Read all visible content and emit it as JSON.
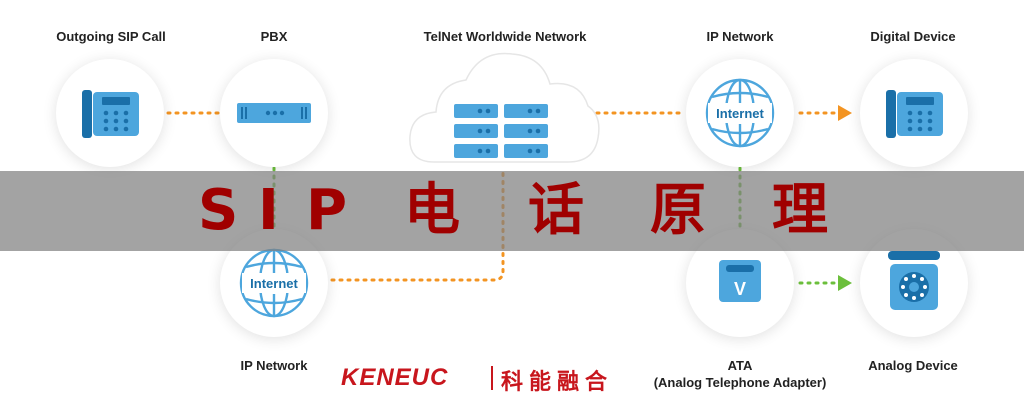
{
  "labels": {
    "outgoing": "Outgoing SIP Call",
    "pbx": "PBX",
    "telnet": "TelNet Worldwide Network",
    "ip_network_top": "IP Network",
    "digital": "Digital Device",
    "ip_network_bottom": "IP Network",
    "ata_title": "ATA",
    "ata_sub": "(Analog Telephone Adapter)",
    "analog": "Analog Device"
  },
  "internet_text": "Internet",
  "ata_symbol": "V",
  "banner": {
    "chars": [
      "S",
      "I",
      "P",
      "电",
      "话",
      "原",
      "理"
    ]
  },
  "footer": {
    "logo": "KENEUC",
    "cn": "科能融合"
  },
  "colors": {
    "accent_blue": "#4da6dd",
    "dark_blue": "#1a6fa8",
    "orange": "#f39422",
    "green": "#6cbf3c",
    "banner_text": "#a00000",
    "brand_red": "#c8161d"
  },
  "icons": [
    "desk-phone-icon",
    "pbx-rack-icon",
    "server-cloud-icon",
    "globe-icon",
    "ata-icon",
    "analog-phone-icon"
  ]
}
